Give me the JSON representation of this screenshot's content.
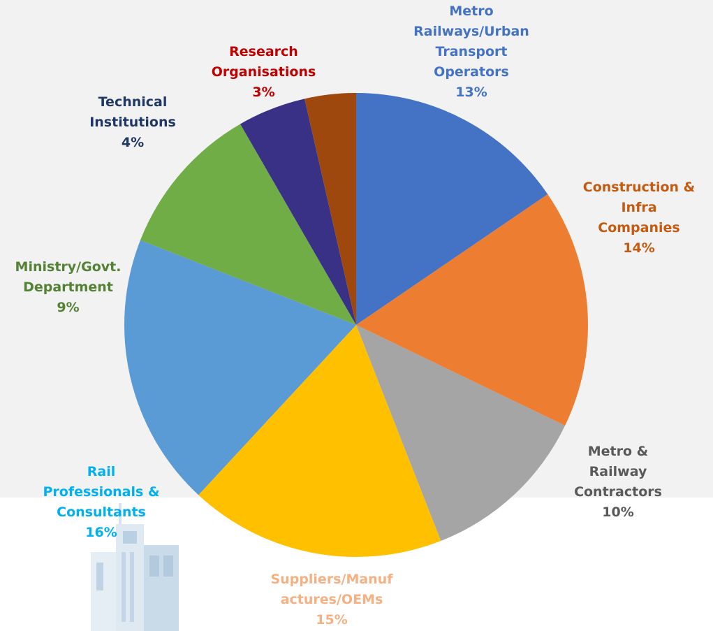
{
  "chart_data": {
    "type": "pie",
    "title": "",
    "slices": [
      {
        "label_lines": [
          "Metro",
          "Railways/Urban",
          "Transport",
          "Operators"
        ],
        "pct_label": "13%",
        "value": 13,
        "color": "#4472c4"
      },
      {
        "label_lines": [
          "Construction &",
          "Infra",
          "Companies"
        ],
        "pct_label": "14%",
        "value": 14,
        "color": "#ed7d31"
      },
      {
        "label_lines": [
          "Metro &",
          "Railway",
          "Contractors"
        ],
        "pct_label": "10%",
        "value": 10,
        "color": "#a5a5a5"
      },
      {
        "label_lines": [
          "Suppliers/Manuf",
          "actures/OEMs"
        ],
        "pct_label": "15%",
        "value": 15,
        "color": "#ffc000"
      },
      {
        "label_lines": [
          "Rail",
          "Professionals &",
          "Consultants"
        ],
        "pct_label": "16%",
        "value": 16,
        "color": "#5b9bd5"
      },
      {
        "label_lines": [
          "Ministry/Govt.",
          "Department"
        ],
        "pct_label": "9%",
        "value": 9,
        "color": "#70ad47"
      },
      {
        "label_lines": [
          "Technical",
          "Institutions"
        ],
        "pct_label": "4%",
        "value": 4,
        "color": "#393185"
      },
      {
        "label_lines": [
          "Research",
          "Organisations"
        ],
        "pct_label": "3%",
        "value": 3,
        "color": "#9e480e"
      }
    ],
    "label_colors": [
      "#4472c4",
      "#c55a11",
      "#595959",
      "#f4b183",
      "#00b0f0",
      "#548235",
      "#1f3864",
      "#c00000"
    ],
    "legend": "none"
  }
}
